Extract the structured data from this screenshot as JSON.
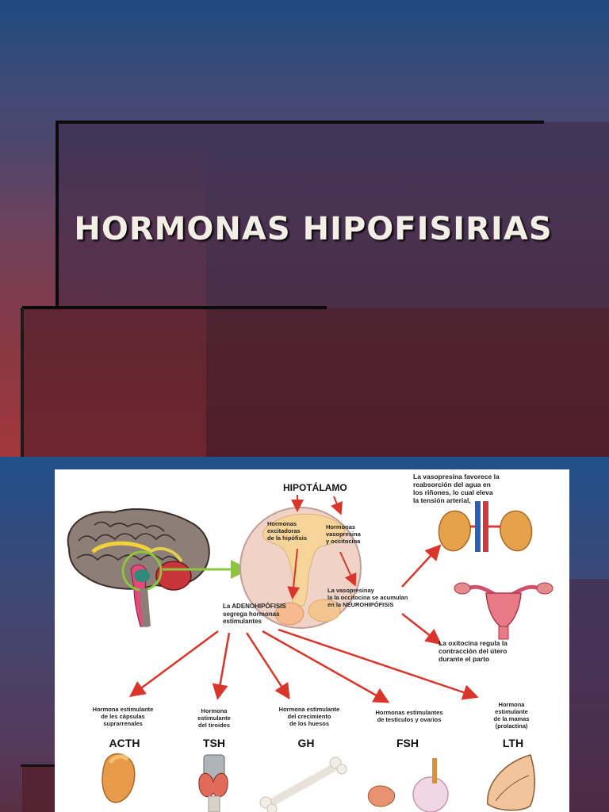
{
  "slide1": {
    "title": "HORMONAS HIPOFISIRIAS"
  },
  "figure": {
    "hipotalamo": "HIPOTÁLAMO",
    "hormonas_excitadoras": "Hormonas\nexcitadoras\nde la hipófisis",
    "hormonas_vasopresina": "Hormonas\nvasopresina\ny occitocina",
    "vasopresina_acumulan": "La vasopresinay\nla la occitocina se acumulan\nen la NEUROHIPÓFISIS",
    "adenohipofisis": "La ADENOHIPÓFISIS\nsegrega hormonas\nestimulantes",
    "vasopresina_favorece": "La vasopresina favorece la\nreabsorción del agua en\nlos riñones, lo cual eleva\nla tensión arterial,",
    "oxitocina_regula": "La oxitocina regula la\ncontracción  del útero\ndurante el parto",
    "hormones": [
      {
        "desc": "Hormona estimulante\nde les cápsulas\nsuprarrenales",
        "code": "ACTH"
      },
      {
        "desc": "Hormona\nestimulante\ndel tiroides",
        "code": "TSH"
      },
      {
        "desc": "Hormona estimulante\ndel crecimiento\nde los huesos",
        "code": "GH"
      },
      {
        "desc": "Hormonas estimulantes\nde testículos y ovarios",
        "code": "FSH"
      },
      {
        "desc": "Hormona\nestimulante\nde la mamas\n(prolactina)",
        "code": "LTH"
      }
    ]
  },
  "colors": {
    "arrow": "#d9352b",
    "green_arrow": "#8cc63f",
    "brain": "#8b7d74"
  }
}
